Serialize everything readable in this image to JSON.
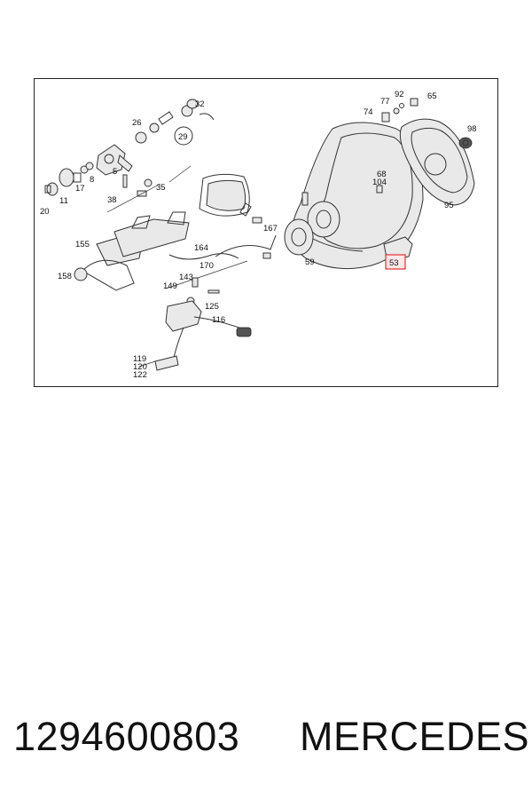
{
  "diagram": {
    "callouts": [
      "20",
      "11",
      "17",
      "8",
      "5",
      "38",
      "35",
      "26",
      "32",
      "29",
      "155",
      "158",
      "164",
      "167",
      "170",
      "143",
      "149",
      "125",
      "116",
      "119",
      "120",
      "122",
      "74",
      "77",
      "92",
      "65",
      "98",
      "68",
      "104",
      "95",
      "59",
      "53"
    ],
    "highlighted_callout": "53",
    "highlight_color": "#e03030"
  },
  "footer": {
    "part_number": "1294600803",
    "brand": "MERCEDES"
  }
}
